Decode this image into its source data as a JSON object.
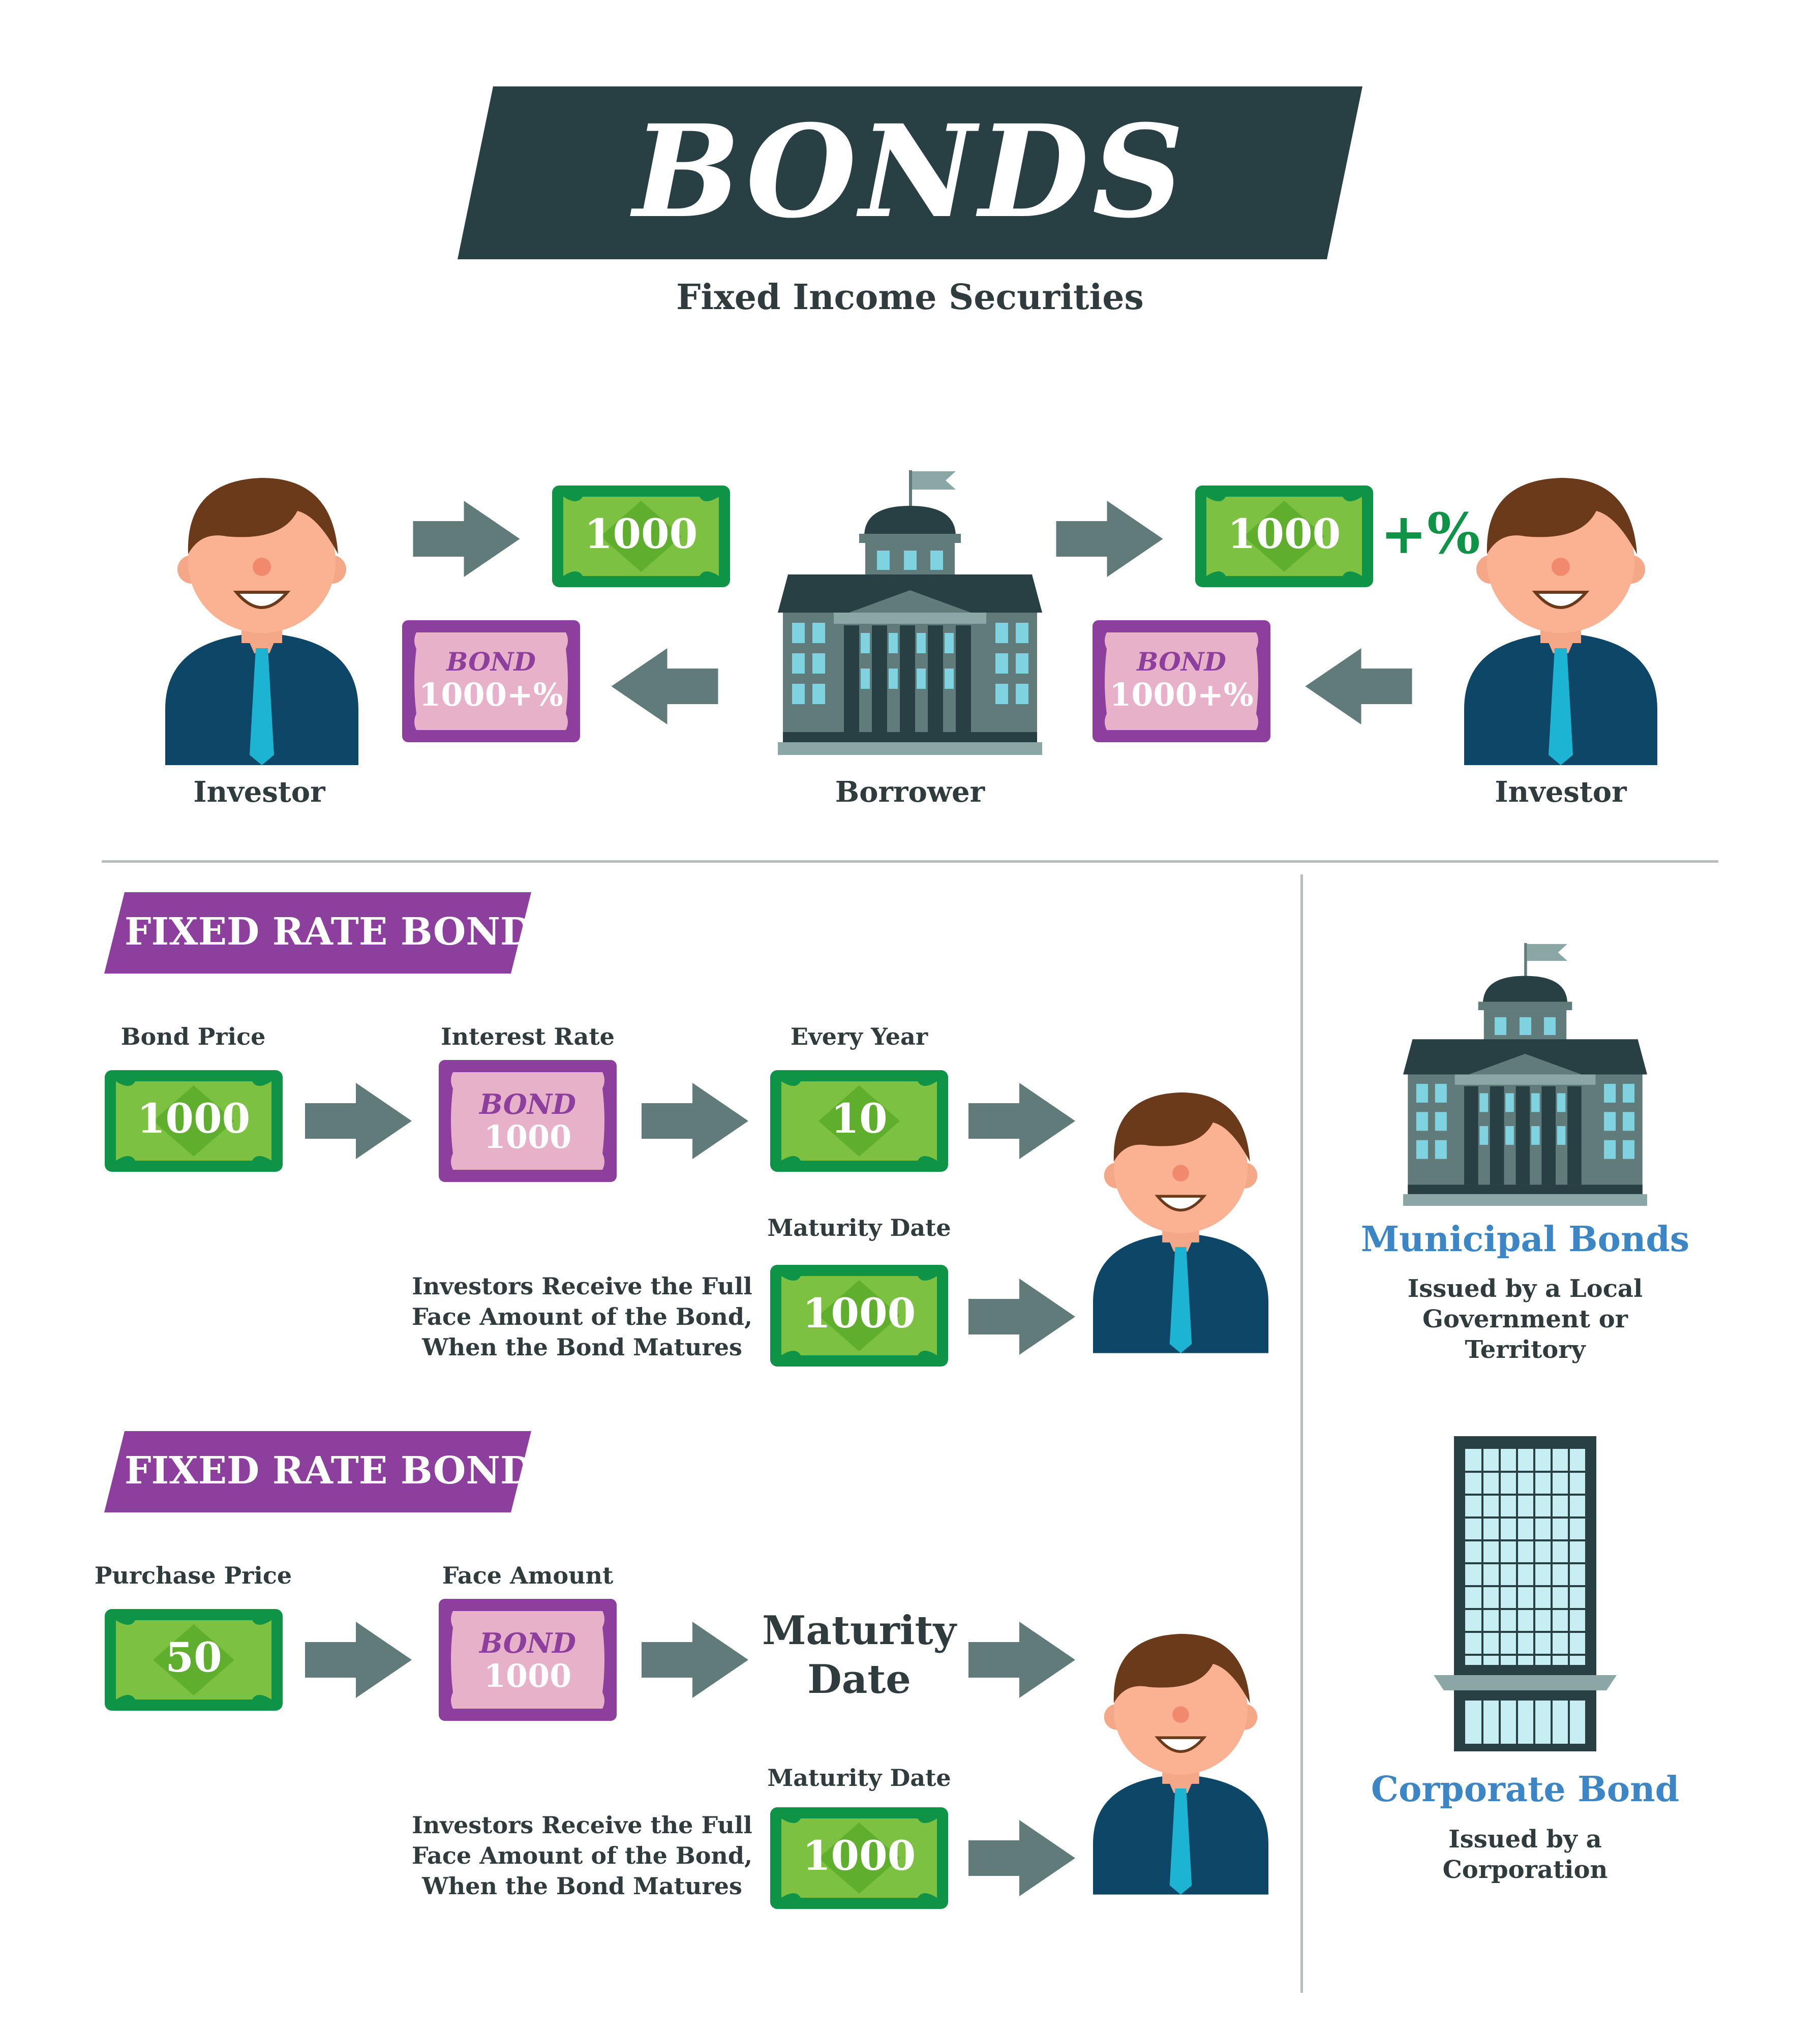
{
  "header": {
    "title": "BONDS",
    "subtitle": "Fixed Income Securities"
  },
  "flow": {
    "investor_left_label": "Investor",
    "borrower_label": "Borrower",
    "investor_right_label": "Investor",
    "bill_amount_left": "1000",
    "bill_amount_right": "1000",
    "plus_percent": "+%",
    "bond_word": "BOND",
    "bond_value": "1000+%"
  },
  "section1": {
    "ribbon": "FIXED RATE BOND",
    "bond_price_label": "Bond Price",
    "bond_price_value": "1000",
    "interest_rate_label": "Interest Rate",
    "bond_word": "BOND",
    "bond_value": "1000",
    "every_year_label": "Every Year",
    "every_year_value": "10",
    "maturity_label": "Maturity Date",
    "maturity_value": "1000",
    "note_lines": [
      "Investors Receive the Full",
      "Face Amount of the Bond,",
      "When the Bond Matures"
    ]
  },
  "section2": {
    "ribbon": "FIXED RATE BOND",
    "purchase_price_label": "Purchase Price",
    "purchase_price_value": "50",
    "face_amount_label": "Face Amount",
    "bond_word": "BOND",
    "bond_value": "1000",
    "maturity_big_lines": [
      "Maturity",
      "Date"
    ],
    "maturity_label": "Maturity Date",
    "maturity_value": "1000",
    "note_lines": [
      "Investors Receive the Full",
      "Face Amount of the Bond,",
      "When the Bond Matures"
    ]
  },
  "side": {
    "municipal_title": "Municipal Bonds",
    "municipal_desc_lines": [
      "Issued by a Local",
      "Government or",
      "Territory"
    ],
    "corporate_title": "Corporate Bond",
    "corporate_desc_lines": [
      "Issued by a",
      "Corporation"
    ]
  },
  "colors": {
    "banner": "#284043",
    "ribbon": "#8c3f9d",
    "bill_green": "#7dc142",
    "bill_dark_green": "#0f9347",
    "bond_pink": "#e7b1c9",
    "bond_purple": "#8c3f9d",
    "arrow_gray": "#617a7a",
    "side_title_blue": "#3d86c6"
  }
}
